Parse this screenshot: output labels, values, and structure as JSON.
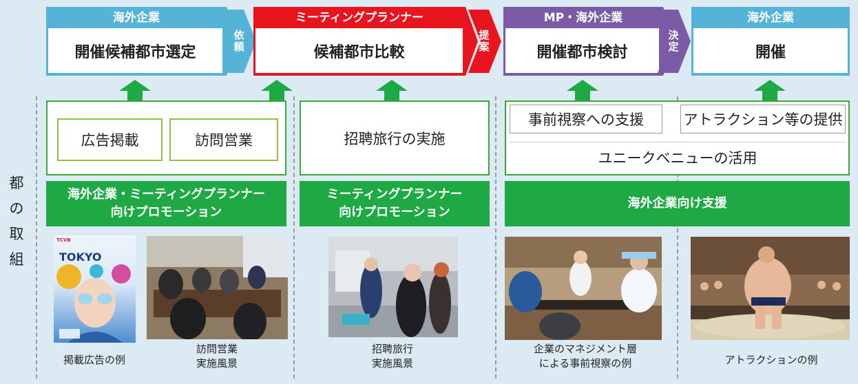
{
  "stages": [
    {
      "role": "海外企業",
      "task": "開催候補都市選定",
      "color": "#56b3d8"
    },
    {
      "role": "ミーティングプランナー",
      "task": "候補都市比較",
      "color": "#e8141e"
    },
    {
      "role": "MP・海外企業",
      "task": "開催都市検討",
      "color": "#7b5aa6"
    },
    {
      "role": "海外企業",
      "task": "開催",
      "color": "#56b3d8"
    }
  ],
  "connectors": [
    [
      "依",
      "頼"
    ],
    [
      "提",
      "案"
    ],
    [
      "決",
      "定"
    ]
  ],
  "side_label": [
    "都",
    "の",
    "取",
    "組"
  ],
  "col1": {
    "item1": "広告掲載",
    "item2": "訪問営業",
    "bar": [
      "海外企業・ミーティングプランナー",
      "向けプロモーション"
    ]
  },
  "col2": {
    "item1": "招聘旅行の実施",
    "bar": [
      "ミーティングプランナー",
      "向けプロモーション"
    ]
  },
  "col3": {
    "item1": "事前視察への支援",
    "item2": "アトラクション等の提供",
    "item3": "ユニークベニューの活用",
    "bar": "海外企業向け支援"
  },
  "flyer": {
    "org": "TCVB",
    "city": "TOKYO"
  },
  "captions": {
    "ad": "掲載広告の例",
    "visit": [
      "訪問営業",
      "実施風景"
    ],
    "fam": [
      "招聘旅行",
      "実施風景"
    ],
    "inspect": [
      "企業のマネジメント層",
      "による事前視察の例"
    ],
    "attraction": "アトラクションの例"
  },
  "colors": {
    "green": "#1ea945",
    "light_green": "#8cc63f",
    "background": "#dcebf3"
  }
}
